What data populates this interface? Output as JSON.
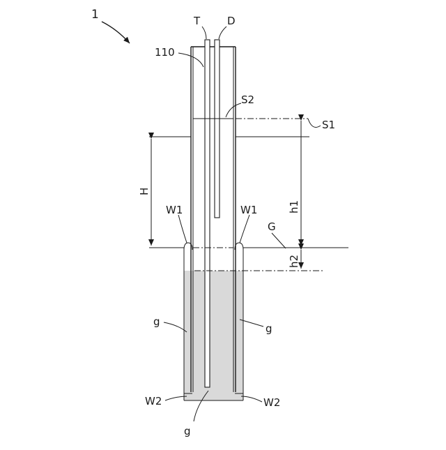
{
  "figure": {
    "number": "1",
    "labels": {
      "T": "T",
      "D": "D",
      "ref_110": "110",
      "S2": "S2",
      "S1": "S1",
      "H": "H",
      "h1": "h1",
      "h2": "h2",
      "W1_left": "W1",
      "W1_right": "W1",
      "G": "G",
      "g_left": "g",
      "g_right": "g",
      "g_bottom": "g",
      "W2_left": "W2",
      "W2_right": "W2"
    },
    "colors": {
      "line": "#1a1a1a",
      "grout_fill": "#d9d9d9",
      "background": "#ffffff"
    }
  }
}
